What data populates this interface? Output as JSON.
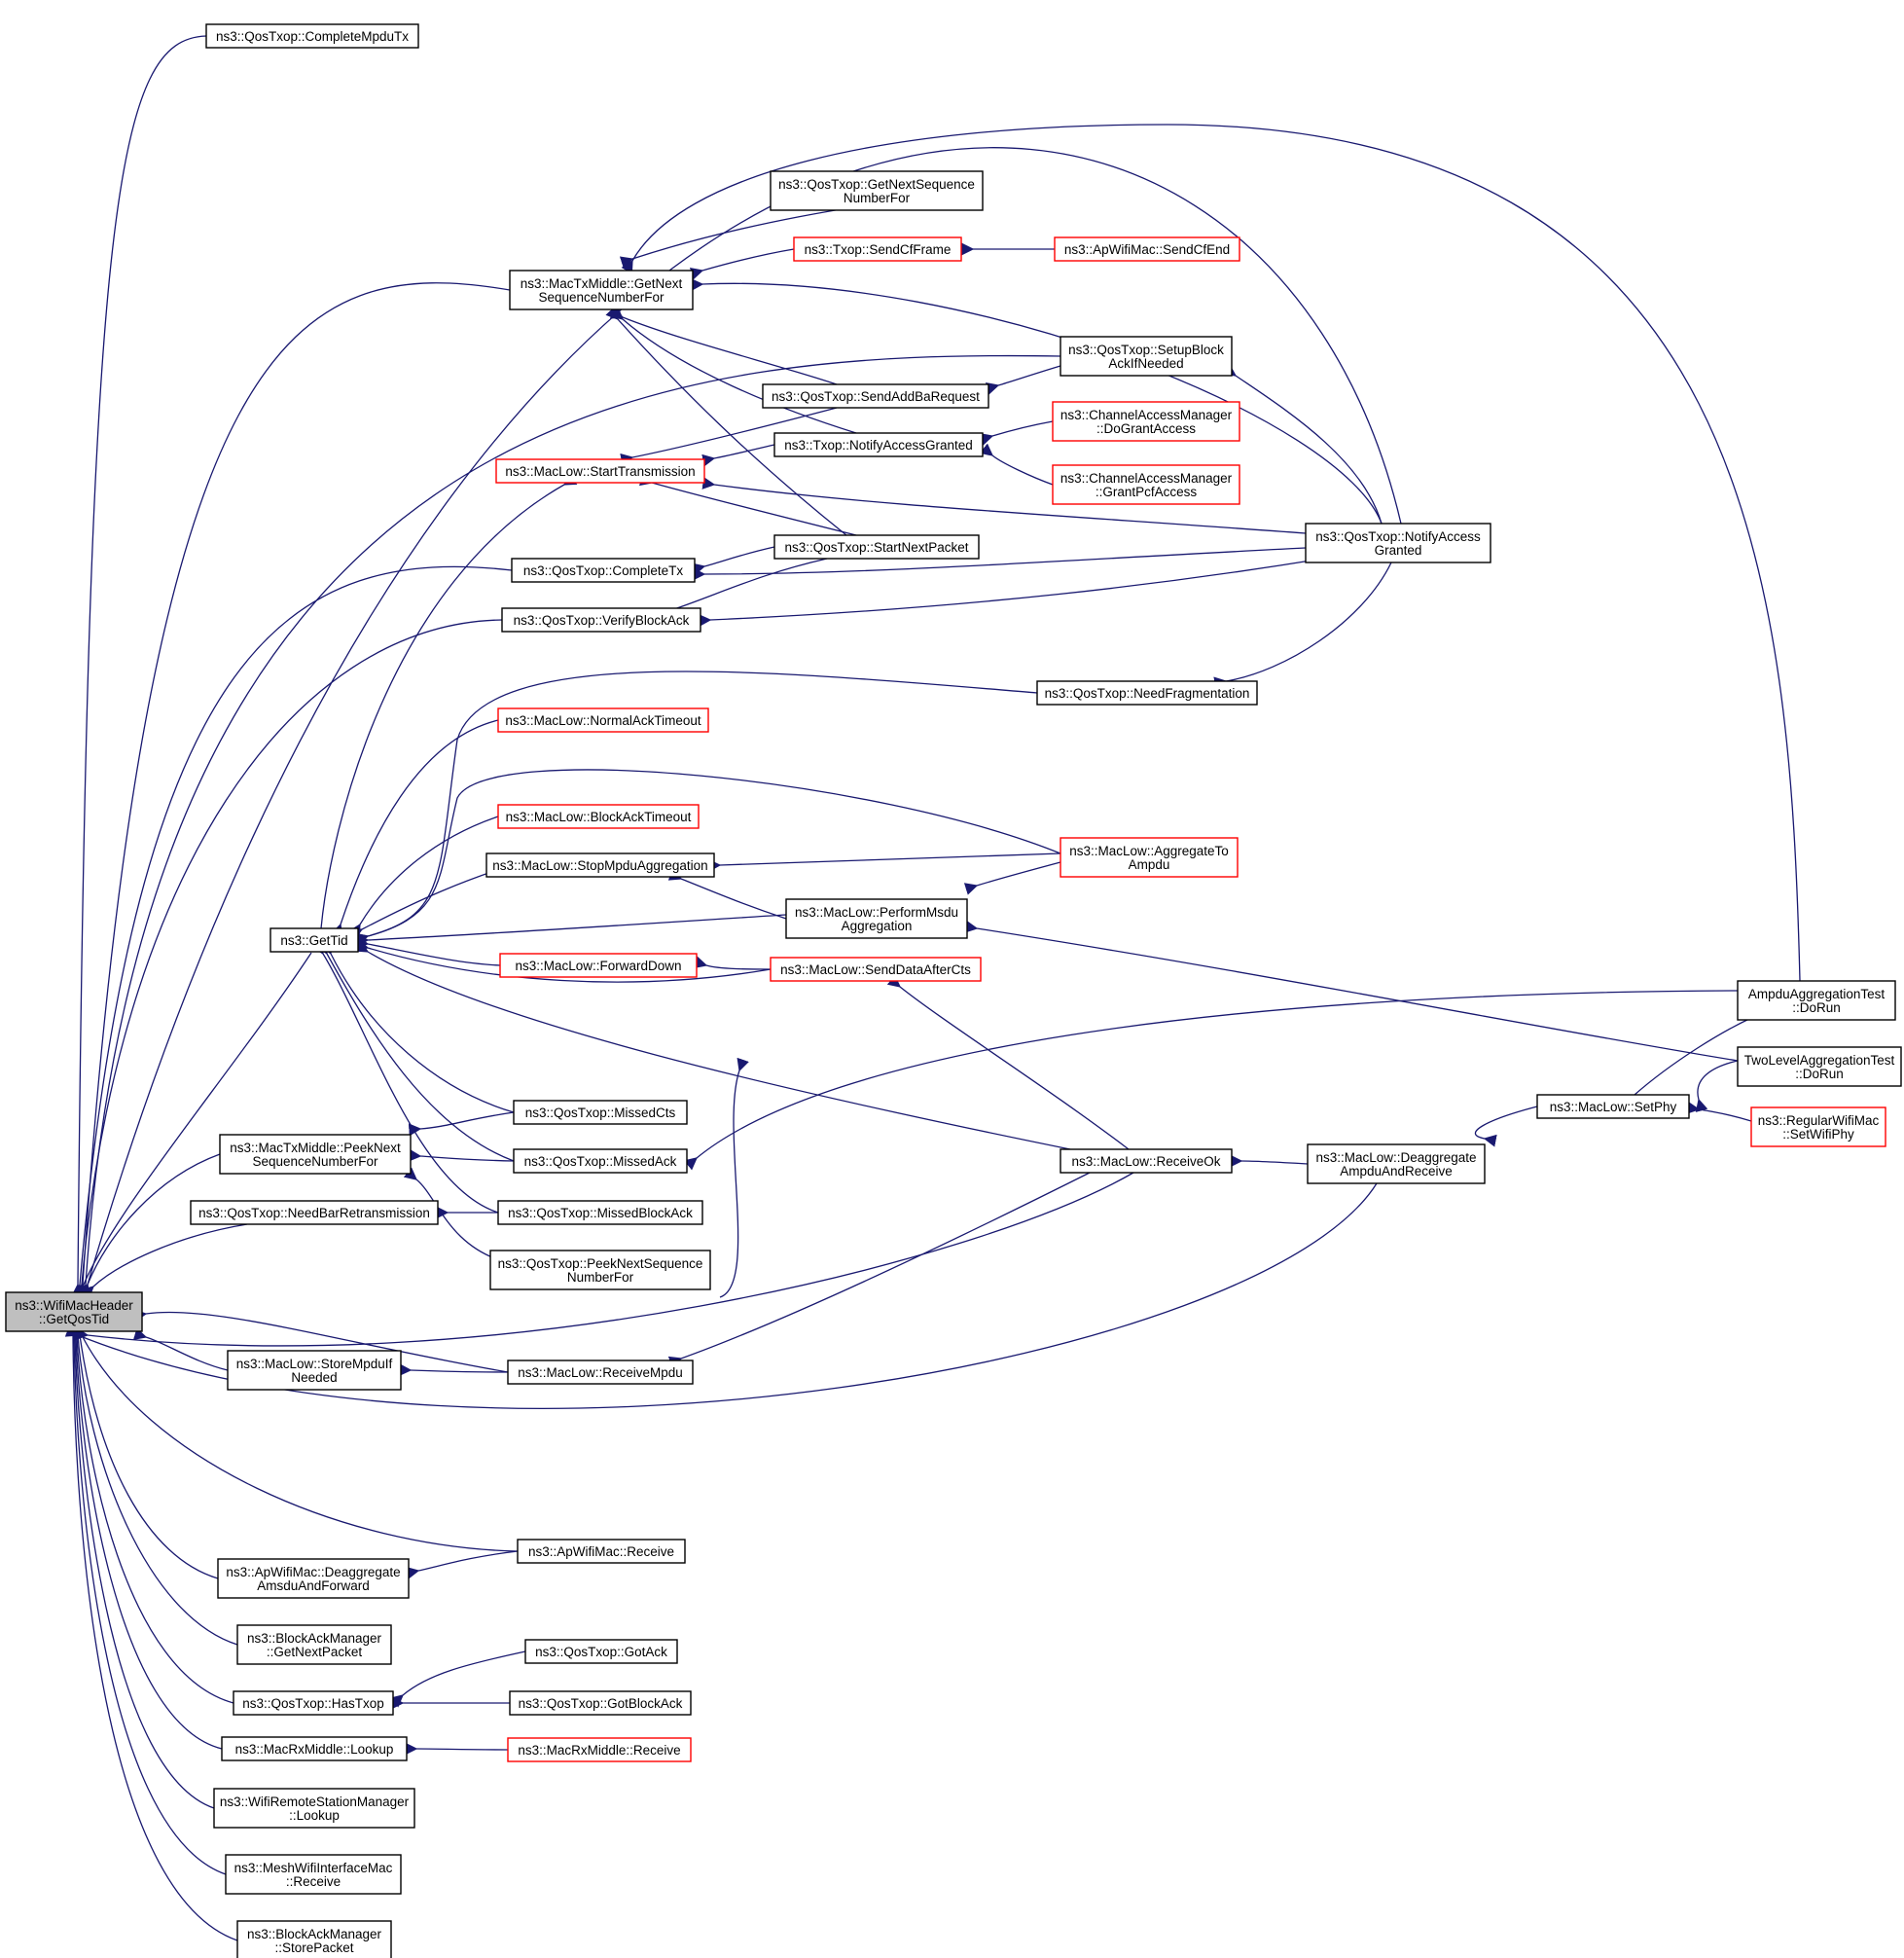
{
  "colors": {
    "edge": "#191970",
    "root_fill": "#bfbfbf",
    "red_border": "#ff0000"
  },
  "nodes": [
    {
      "id": "root",
      "lines": [
        "ns3::WifiMacHeader",
        "::GetQosTid"
      ],
      "style": "root"
    },
    {
      "id": "completeMpduTx",
      "lines": [
        "ns3::QosTxop::CompleteMpduTx"
      ],
      "style": "black"
    },
    {
      "id": "macTxGetNext",
      "lines": [
        "ns3::MacTxMiddle::GetNext",
        "SequenceNumberFor"
      ],
      "style": "black"
    },
    {
      "id": "qosGetNext",
      "lines": [
        "ns3::QosTxop::GetNextSequence",
        "NumberFor"
      ],
      "style": "black"
    },
    {
      "id": "txopSendCfFrame",
      "lines": [
        "ns3::Txop::SendCfFrame"
      ],
      "style": "red"
    },
    {
      "id": "apSendCfEnd",
      "lines": [
        "ns3::ApWifiMac::SendCfEnd"
      ],
      "style": "red"
    },
    {
      "id": "setupBlockAck",
      "lines": [
        "ns3::QosTxop::SetupBlock",
        "AckIfNeeded"
      ],
      "style": "black"
    },
    {
      "id": "sendAddBa",
      "lines": [
        "ns3::QosTxop::SendAddBaRequest"
      ],
      "style": "black"
    },
    {
      "id": "doGrantAccess",
      "lines": [
        "ns3::ChannelAccessManager",
        "::DoGrantAccess"
      ],
      "style": "red"
    },
    {
      "id": "txopNotify",
      "lines": [
        "ns3::Txop::NotifyAccessGranted"
      ],
      "style": "black"
    },
    {
      "id": "startTransmission",
      "lines": [
        "ns3::MacLow::StartTransmission"
      ],
      "style": "red"
    },
    {
      "id": "grantPcf",
      "lines": [
        "ns3::ChannelAccessManager",
        "::GrantPcfAccess"
      ],
      "style": "red"
    },
    {
      "id": "qosNotify",
      "lines": [
        "ns3::QosTxop::NotifyAccess",
        "Granted"
      ],
      "style": "black"
    },
    {
      "id": "startNextPacket",
      "lines": [
        "ns3::QosTxop::StartNextPacket"
      ],
      "style": "black"
    },
    {
      "id": "completeTx",
      "lines": [
        "ns3::QosTxop::CompleteTx"
      ],
      "style": "black"
    },
    {
      "id": "verifyBlockAck",
      "lines": [
        "ns3::QosTxop::VerifyBlockAck"
      ],
      "style": "black"
    },
    {
      "id": "needFrag",
      "lines": [
        "ns3::QosTxop::NeedFragmentation"
      ],
      "style": "black"
    },
    {
      "id": "normalAckTimeout",
      "lines": [
        "ns3::MacLow::NormalAckTimeout"
      ],
      "style": "red"
    },
    {
      "id": "blockAckTimeout",
      "lines": [
        "ns3::MacLow::BlockAckTimeout"
      ],
      "style": "red"
    },
    {
      "id": "stopMpdu",
      "lines": [
        "ns3::MacLow::StopMpduAggregation"
      ],
      "style": "black"
    },
    {
      "id": "aggregateTo",
      "lines": [
        "ns3::MacLow::AggregateTo",
        "Ampdu"
      ],
      "style": "red"
    },
    {
      "id": "getTid",
      "lines": [
        "ns3::GetTid"
      ],
      "style": "black"
    },
    {
      "id": "performMsdu",
      "lines": [
        "ns3::MacLow::PerformMsdu",
        "Aggregation"
      ],
      "style": "black"
    },
    {
      "id": "forwardDown",
      "lines": [
        "ns3::MacLow::ForwardDown"
      ],
      "style": "red"
    },
    {
      "id": "sendDataAfterCts",
      "lines": [
        "ns3::MacLow::SendDataAfterCts"
      ],
      "style": "red"
    },
    {
      "id": "ampduTest",
      "lines": [
        "AmpduAggregationTest",
        "::DoRun"
      ],
      "style": "black"
    },
    {
      "id": "twoLevelTest",
      "lines": [
        "TwoLevelAggregationTest",
        "::DoRun"
      ],
      "style": "black"
    },
    {
      "id": "setPhy",
      "lines": [
        "ns3::MacLow::SetPhy"
      ],
      "style": "black"
    },
    {
      "id": "regularSetWifiPhy",
      "lines": [
        "ns3::RegularWifiMac",
        "::SetWifiPhy"
      ],
      "style": "red"
    },
    {
      "id": "missedCts",
      "lines": [
        "ns3::QosTxop::MissedCts"
      ],
      "style": "black"
    },
    {
      "id": "peekNextMacTx",
      "lines": [
        "ns3::MacTxMiddle::PeekNext",
        "SequenceNumberFor"
      ],
      "style": "black"
    },
    {
      "id": "missedAck",
      "lines": [
        "ns3::QosTxop::MissedAck"
      ],
      "style": "black"
    },
    {
      "id": "receiveOk",
      "lines": [
        "ns3::MacLow::ReceiveOk"
      ],
      "style": "black"
    },
    {
      "id": "deaggAmpdu",
      "lines": [
        "ns3::MacLow::Deaggregate",
        "AmpduAndReceive"
      ],
      "style": "black"
    },
    {
      "id": "needBar",
      "lines": [
        "ns3::QosTxop::NeedBarRetransmission"
      ],
      "style": "black"
    },
    {
      "id": "missedBlockAck",
      "lines": [
        "ns3::QosTxop::MissedBlockAck"
      ],
      "style": "black"
    },
    {
      "id": "peekNextQos",
      "lines": [
        "ns3::QosTxop::PeekNextSequence",
        "NumberFor"
      ],
      "style": "black"
    },
    {
      "id": "storeMpdu",
      "lines": [
        "ns3::MacLow::StoreMpduIf",
        "Needed"
      ],
      "style": "black"
    },
    {
      "id": "receiveMpdu",
      "lines": [
        "ns3::MacLow::ReceiveMpdu"
      ],
      "style": "black"
    },
    {
      "id": "apReceive",
      "lines": [
        "ns3::ApWifiMac::Receive"
      ],
      "style": "black"
    },
    {
      "id": "apDeagg",
      "lines": [
        "ns3::ApWifiMac::Deaggregate",
        "AmsduAndForward"
      ],
      "style": "black"
    },
    {
      "id": "bamGetNext",
      "lines": [
        "ns3::BlockAckManager",
        "::GetNextPacket"
      ],
      "style": "black"
    },
    {
      "id": "gotAck",
      "lines": [
        "ns3::QosTxop::GotAck"
      ],
      "style": "black"
    },
    {
      "id": "hasTxop",
      "lines": [
        "ns3::QosTxop::HasTxop"
      ],
      "style": "black"
    },
    {
      "id": "gotBlockAck",
      "lines": [
        "ns3::QosTxop::GotBlockAck"
      ],
      "style": "black"
    },
    {
      "id": "rxLookup",
      "lines": [
        "ns3::MacRxMiddle::Lookup"
      ],
      "style": "black"
    },
    {
      "id": "rxReceive",
      "lines": [
        "ns3::MacRxMiddle::Receive"
      ],
      "style": "red"
    },
    {
      "id": "wrsmLookup",
      "lines": [
        "ns3::WifiRemoteStationManager",
        "::Lookup"
      ],
      "style": "black"
    },
    {
      "id": "meshReceive",
      "lines": [
        "ns3::MeshWifiInterfaceMac",
        "::Receive"
      ],
      "style": "black"
    },
    {
      "id": "bamStore",
      "lines": [
        "ns3::BlockAckManager",
        "::StorePacket"
      ],
      "style": "black"
    }
  ]
}
